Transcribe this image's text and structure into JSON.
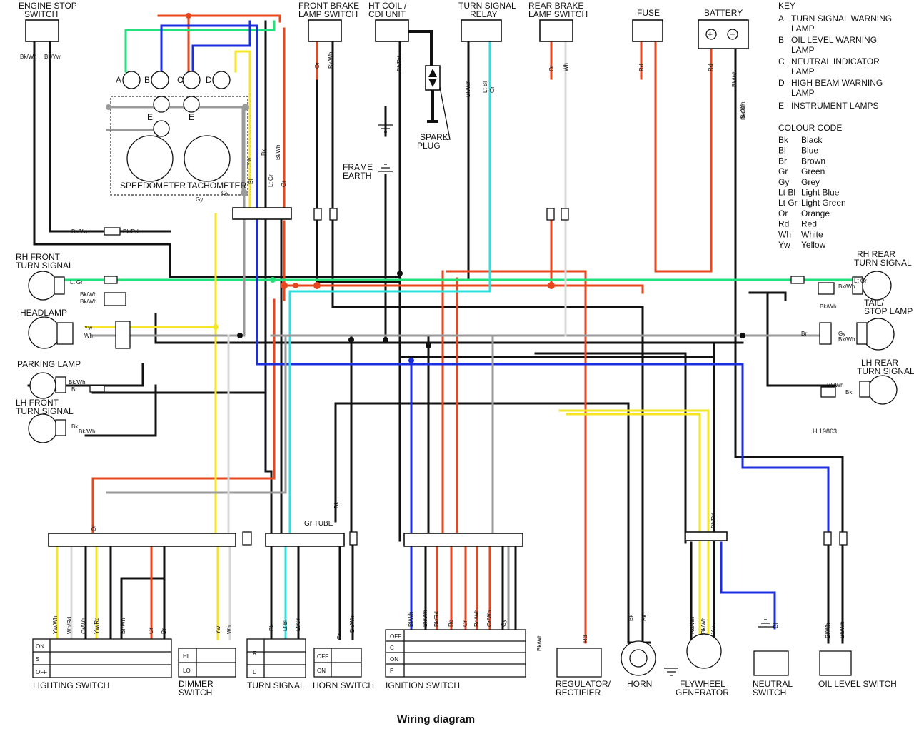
{
  "top_labels": {
    "engine_stop": [
      "ENGINE STOP",
      "SWITCH"
    ],
    "front_brake": [
      "FRONT BRAKE",
      "LAMP SWITCH"
    ],
    "ht_coil": [
      "HT COIL /",
      "CDI  UNIT"
    ],
    "turn_relay": [
      "TURN SIGNAL",
      "RELAY"
    ],
    "rear_brake": [
      "REAR BRAKE",
      "LAMP SWITCH"
    ],
    "fuse": "FUSE",
    "battery": "BATTERY",
    "spark_plug": [
      "SPARK",
      "PLUG"
    ],
    "frame_earth": [
      "FRAME",
      "EARTH"
    ],
    "speedometer": "SPEEDOMETER",
    "tachometer": "TACHOMETER"
  },
  "lamp_letters": [
    "A",
    "B",
    "C",
    "D",
    "E",
    "E"
  ],
  "key": {
    "title": "KEY",
    "items": [
      {
        "letter": "A",
        "lines": [
          "TURN SIGNAL WARNING",
          "LAMP"
        ]
      },
      {
        "letter": "B",
        "lines": [
          "OIL LEVEL WARNING",
          "LAMP"
        ]
      },
      {
        "letter": "C",
        "lines": [
          "NEUTRAL INDICATOR",
          "LAMP"
        ]
      },
      {
        "letter": "D",
        "lines": [
          "HIGH BEAM WARNING",
          "LAMP"
        ]
      },
      {
        "letter": "E",
        "lines": [
          "INSTRUMENT LAMPS"
        ]
      }
    ]
  },
  "colour_code": {
    "title": "COLOUR CODE",
    "items": [
      {
        "code": "Bk",
        "name": "Black"
      },
      {
        "code": "Bl",
        "name": "Blue"
      },
      {
        "code": "Br",
        "name": "Brown"
      },
      {
        "code": "Gr",
        "name": "Green"
      },
      {
        "code": "Gy",
        "name": "Grey"
      },
      {
        "code": "Lt Bl",
        "name": "Light Blue"
      },
      {
        "code": "Lt Gr",
        "name": "Light Green"
      },
      {
        "code": "Or",
        "name": "Orange"
      },
      {
        "code": "Rd",
        "name": "Red"
      },
      {
        "code": "Wh",
        "name": "White"
      },
      {
        "code": "Yw",
        "name": "Yellow"
      }
    ]
  },
  "left_components": {
    "rh_front": [
      "RH FRONT",
      "TURN SIGNAL"
    ],
    "headlamp": "HEADLAMP",
    "parking": "PARKING LAMP",
    "lh_front": [
      "LH FRONT",
      "TURN SIGNAL"
    ]
  },
  "right_components": {
    "rh_rear": [
      "RH REAR",
      "TURN SIGNAL"
    ],
    "tail": [
      "TAIL/",
      "STOP LAMP"
    ],
    "lh_rear": [
      "LH REAR",
      "TURN SIGNAL"
    ]
  },
  "bottom_components": {
    "lighting": "LIGHTING SWITCH",
    "dimmer": [
      "DIMMER",
      "SWITCH"
    ],
    "turn": "TURN SIGNAL",
    "horn_switch": "HORN SWITCH",
    "ignition": "IGNITION SWITCH",
    "regulator": [
      "REGULATOR/",
      "RECTIFIER"
    ],
    "horn": "HORN",
    "flywheel": [
      "FLYWHEEL",
      "GENERATOR"
    ],
    "neutral": [
      "NEUTRAL",
      "SWITCH"
    ],
    "oil": "OIL LEVEL SWITCH"
  },
  "switch_rows": {
    "lighting": [
      "ON",
      "S",
      "OFF"
    ],
    "dimmer": [
      "HI",
      "LO"
    ],
    "turn": [
      "R",
      "L"
    ],
    "horn": [
      "OFF",
      "ON"
    ],
    "ignition": [
      "OFF",
      "C",
      "ON",
      "P"
    ]
  },
  "gr_tube": "Gr TUBE",
  "ref_number": "H.19863",
  "caption": "Wiring diagram",
  "wire_labels": [
    "Bk/Wh",
    "Bk/Yw",
    "Bk/Yw",
    "Bk/Rd",
    "Lt Gr",
    "Bk/Wh",
    "Bk/Wh",
    "Yw",
    "Wh",
    "Bk/Wh",
    "Br",
    "Bk",
    "Bk/Wh",
    "Or",
    "Bk/Wh",
    "Bk/Rd",
    "Bk/Wh",
    "Lt Bl",
    "Or",
    "Or",
    "Wh",
    "Rd",
    "Rd",
    "Bk/Wh",
    "Bk/Wh",
    "Yw",
    "Bl",
    "Bk",
    "Lt Gr",
    "Bl/Wh",
    "Or",
    "Gy",
    "Gy",
    "Bk/Wh",
    "Lt Gr",
    "Bk/Wh",
    "Bk/Wh",
    "Br",
    "Gy",
    "Bk/Wh",
    "Bk/Wh",
    "Bk",
    "Yw/Wh",
    "Wh/Rd",
    "Gr/Wh",
    "Yw/Rd",
    "Br/Wh",
    "Or",
    "Br",
    "Yw",
    "Wh",
    "Bk",
    "Lt Bl",
    "Lt/Gr",
    "Gr",
    "Bk/Wh",
    "Bk",
    "Bl/Wh",
    "Bk/Wh",
    "Bk/Rd",
    "Rd",
    "Or",
    "Rd/Wh",
    "Or/Wh",
    "Gy",
    "Bk/Wh",
    "Rd",
    "Bk",
    "Bk",
    "Rd/Wh",
    "Bk/Wh",
    "Yw",
    "Bk/Rd",
    "Bl",
    "Bl/Wh",
    "Bk/Wh",
    "Or"
  ]
}
